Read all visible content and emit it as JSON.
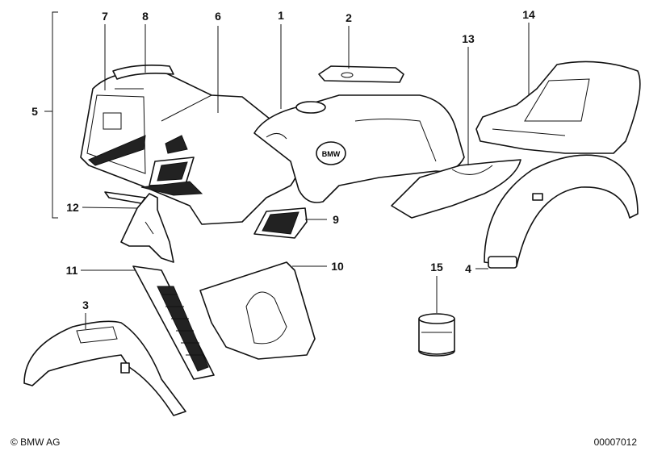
{
  "diagram": {
    "labels": {
      "p1": "1",
      "p2": "2",
      "p3": "3",
      "p4": "4",
      "p5": "5",
      "p6": "6",
      "p7": "7",
      "p8": "8",
      "p9": "9",
      "p10": "10",
      "p11": "11",
      "p12": "12",
      "p13": "13",
      "p14": "14",
      "p15": "15"
    },
    "fuel_tank_emblem": "BMW"
  },
  "footer": {
    "copyright": "© BMW AG",
    "diagram_id": "00007012"
  }
}
